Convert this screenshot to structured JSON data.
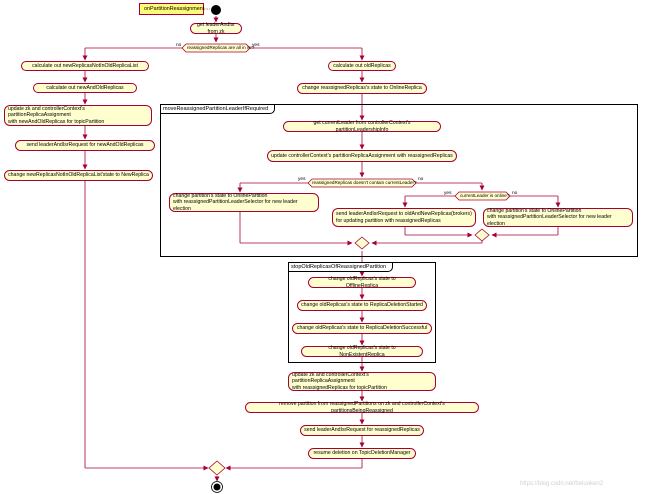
{
  "note": "onPartitionReassignment",
  "nodes": {
    "get_leader": "get leaderAndIsr from zk",
    "calc_not_old": "calculate out newReplicasNotInOldReplicaList",
    "calc_new_and_old": "calculate out newAndOldReplicas",
    "update_zk_left": "update zk and controllerContext's partitionReplicaAssignment\nwith newAndOldReplicas for topicPartition",
    "send_left": "send leaderAndIsrRequest for newAndOldReplicas",
    "change_new_replicas": "change newReplicasNotInOldReplicaList'state to NewReplica",
    "calc_old": "calculate out oldReplicas",
    "change_reassigned_online": "change reassignedReplicas's state to OnlineReplica",
    "get_current_leader": "get currentLeader from controllerContext's partitionLeadershipInfo",
    "update_ctx_reassigned": "update controllerContext's partitionReplicaAssignment with reassignedReplicas",
    "change_partition_online_a": "change partition's state to OnlinePartition\nwith reassignedPartitionLeaderSelector for new leader election",
    "send_new_and_reassigned": "send leaderAndIsrRequest to oldAndNewReplicas(brokers)\nfor updating partition with reassignedReplicas",
    "change_partition_online_b": "change partition's state to OnlinePartition\nwith reassignedPartitionLeaderSelector for new leader election",
    "offline": "change oldReplicas's state to OfflineReplica",
    "deletion_started": "change oldReplicas's state to ReplicaDeletionStarted",
    "deletion_successful": "change oldReplicas's state to ReplicaDeletionSuccessful",
    "nonexistent": "change oldReplicas's state to NonExistentReplica",
    "update_zk_final": "update zk and controllerContext's partitionReplicaAssignment\nwith reassignedReplicas for topicPartition",
    "remove_partition": "remove partition from reassignedPartitions on zk and controllerContext's partitionsBeingReassigned",
    "send_reassigned": "send leaderAndIsrRequest for reassignedReplicas",
    "resume_deletion": "resume deletion on TopicDeletionManager"
  },
  "conditions": {
    "all_in_isr": "reassignedReplicas are all in isr?",
    "not_contain_leader": "reassignedReplicas doesn't contain currentLeader?",
    "leader_online": "currentLeader is online?"
  },
  "branch_labels": {
    "no": "no",
    "yes": "yes"
  },
  "partitions": {
    "move_leader": "moveReassignedPartitionLeaderIfRequired",
    "stop_old": "stopOldReplicasOfReassignedPartition"
  },
  "watermark": "https://blog.csdn.net/beluoken2",
  "colors": {
    "activity_fill": "#fefece",
    "activity_border": "#a80036",
    "note_fill": "#fbfb77",
    "arrow": "#a80036"
  }
}
